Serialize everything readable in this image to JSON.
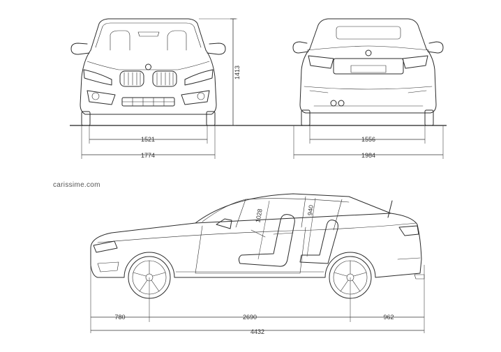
{
  "watermark": "carissime.com",
  "dimensions": {
    "height": "1413",
    "front_track": "1521",
    "front_width": "1774",
    "rear_track": "1556",
    "rear_width": "1984",
    "headroom_front": "1028",
    "headroom_rear": "940",
    "front_overhang": "780",
    "wheelbase": "2690",
    "rear_overhang": "962",
    "overall_length": "4432"
  },
  "colors": {
    "line": "#2a2a2a",
    "background": "#ffffff"
  }
}
